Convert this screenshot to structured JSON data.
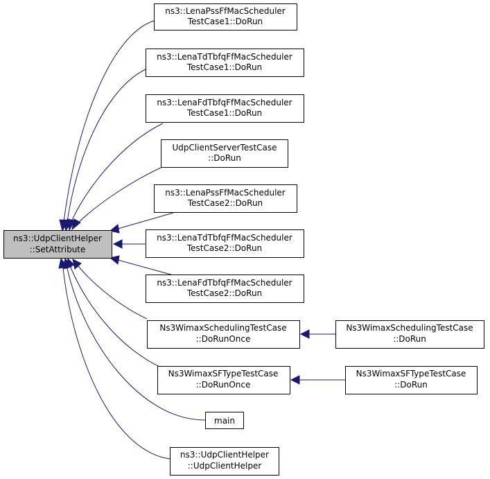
{
  "colors": {
    "edge": "#191970",
    "root_fill": "#bfbfbf",
    "node_fill": "#ffffff",
    "border": "#000000"
  },
  "nodes": {
    "root": {
      "line1": "ns3::UdpClientHelper",
      "line2": "::SetAttribute"
    },
    "pss1": {
      "line1": "ns3::LenaPssFfMacScheduler",
      "line2": "TestCase1::DoRun"
    },
    "tdtbfq1": {
      "line1": "ns3::LenaTdTbfqFfMacScheduler",
      "line2": "TestCase1::DoRun"
    },
    "fdtbfq1": {
      "line1": "ns3::LenaFdTbfqFfMacScheduler",
      "line2": "TestCase1::DoRun"
    },
    "udpcs": {
      "line1": "UdpClientServerTestCase",
      "line2": "::DoRun"
    },
    "pss2": {
      "line1": "ns3::LenaPssFfMacScheduler",
      "line2": "TestCase2::DoRun"
    },
    "tdtbfq2": {
      "line1": "ns3::LenaTdTbfqFfMacScheduler",
      "line2": "TestCase2::DoRun"
    },
    "fdtbfq2": {
      "line1": "ns3::LenaFdTbfqFfMacScheduler",
      "line2": "TestCase2::DoRun"
    },
    "wimaxsched_once": {
      "line1": "Ns3WimaxSchedulingTestCase",
      "line2": "::DoRunOnce"
    },
    "wimaxsched_run": {
      "line1": "Ns3WimaxSchedulingTestCase",
      "line2": "::DoRun"
    },
    "wimaxsf_once": {
      "line1": "Ns3WimaxSFTypeTestCase",
      "line2": "::DoRunOnce"
    },
    "wimaxsf_run": {
      "line1": "Ns3WimaxSFTypeTestCase",
      "line2": "::DoRun"
    },
    "main": {
      "line1": "main"
    },
    "ctor": {
      "line1": "ns3::UdpClientHelper",
      "line2": "::UdpClientHelper"
    }
  }
}
